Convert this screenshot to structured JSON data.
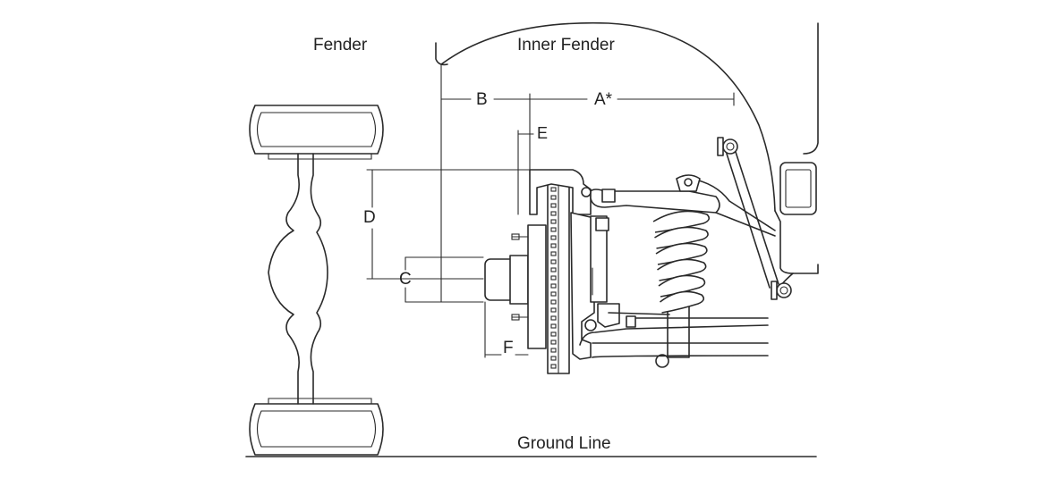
{
  "labels": {
    "fender": "Fender",
    "inner_fender": "Inner Fender",
    "a": "A*",
    "b": "B",
    "c": "C",
    "d": "D",
    "e": "E",
    "f": "F",
    "ground_line": "Ground Line"
  }
}
